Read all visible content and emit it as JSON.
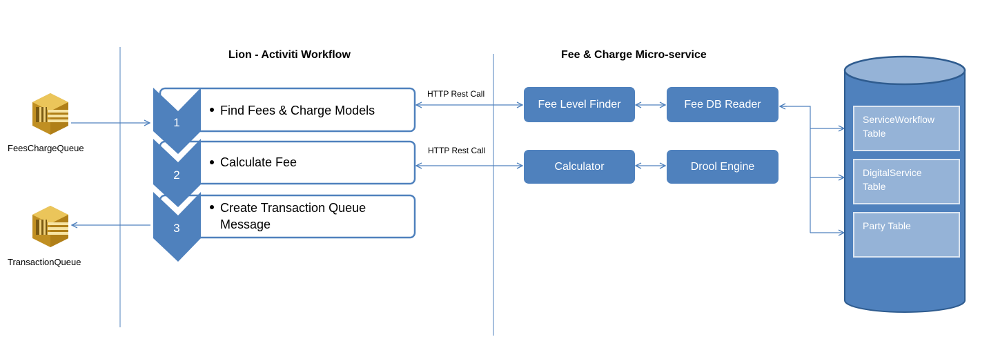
{
  "headings": {
    "workflow": "Lion - Activiti  Workflow",
    "microservice": "Fee & Charge Micro-service"
  },
  "queues": {
    "input": "FeesChargeQueue",
    "output": "TransactionQueue"
  },
  "steps": [
    {
      "number": "1",
      "label": "Find Fees & Charge Models"
    },
    {
      "number": "2",
      "label": "Calculate Fee"
    },
    {
      "number": "3",
      "label_line1": "Create Transaction Queue",
      "label_line2": "Message"
    }
  ],
  "connections": {
    "rest_call_1": "HTTP Rest Call",
    "rest_call_2": "HTTP Rest Call"
  },
  "services": {
    "fee_level_finder": "Fee Level Finder",
    "fee_db_reader": "Fee DB Reader",
    "calculator": "Calculator",
    "drool_engine": "Drool Engine"
  },
  "database": {
    "tables": [
      {
        "label": "ServiceWorkflow\nTable"
      },
      {
        "label": "DigitalService\nTable"
      },
      {
        "label": "Party Table"
      }
    ]
  },
  "colors": {
    "accent": "#4F81BD",
    "table_fill": "#95B3D7",
    "queue_icon": "#D9A92F"
  },
  "icons": {
    "queue": "sqs-queue-icon",
    "database": "database-cylinder-icon"
  }
}
